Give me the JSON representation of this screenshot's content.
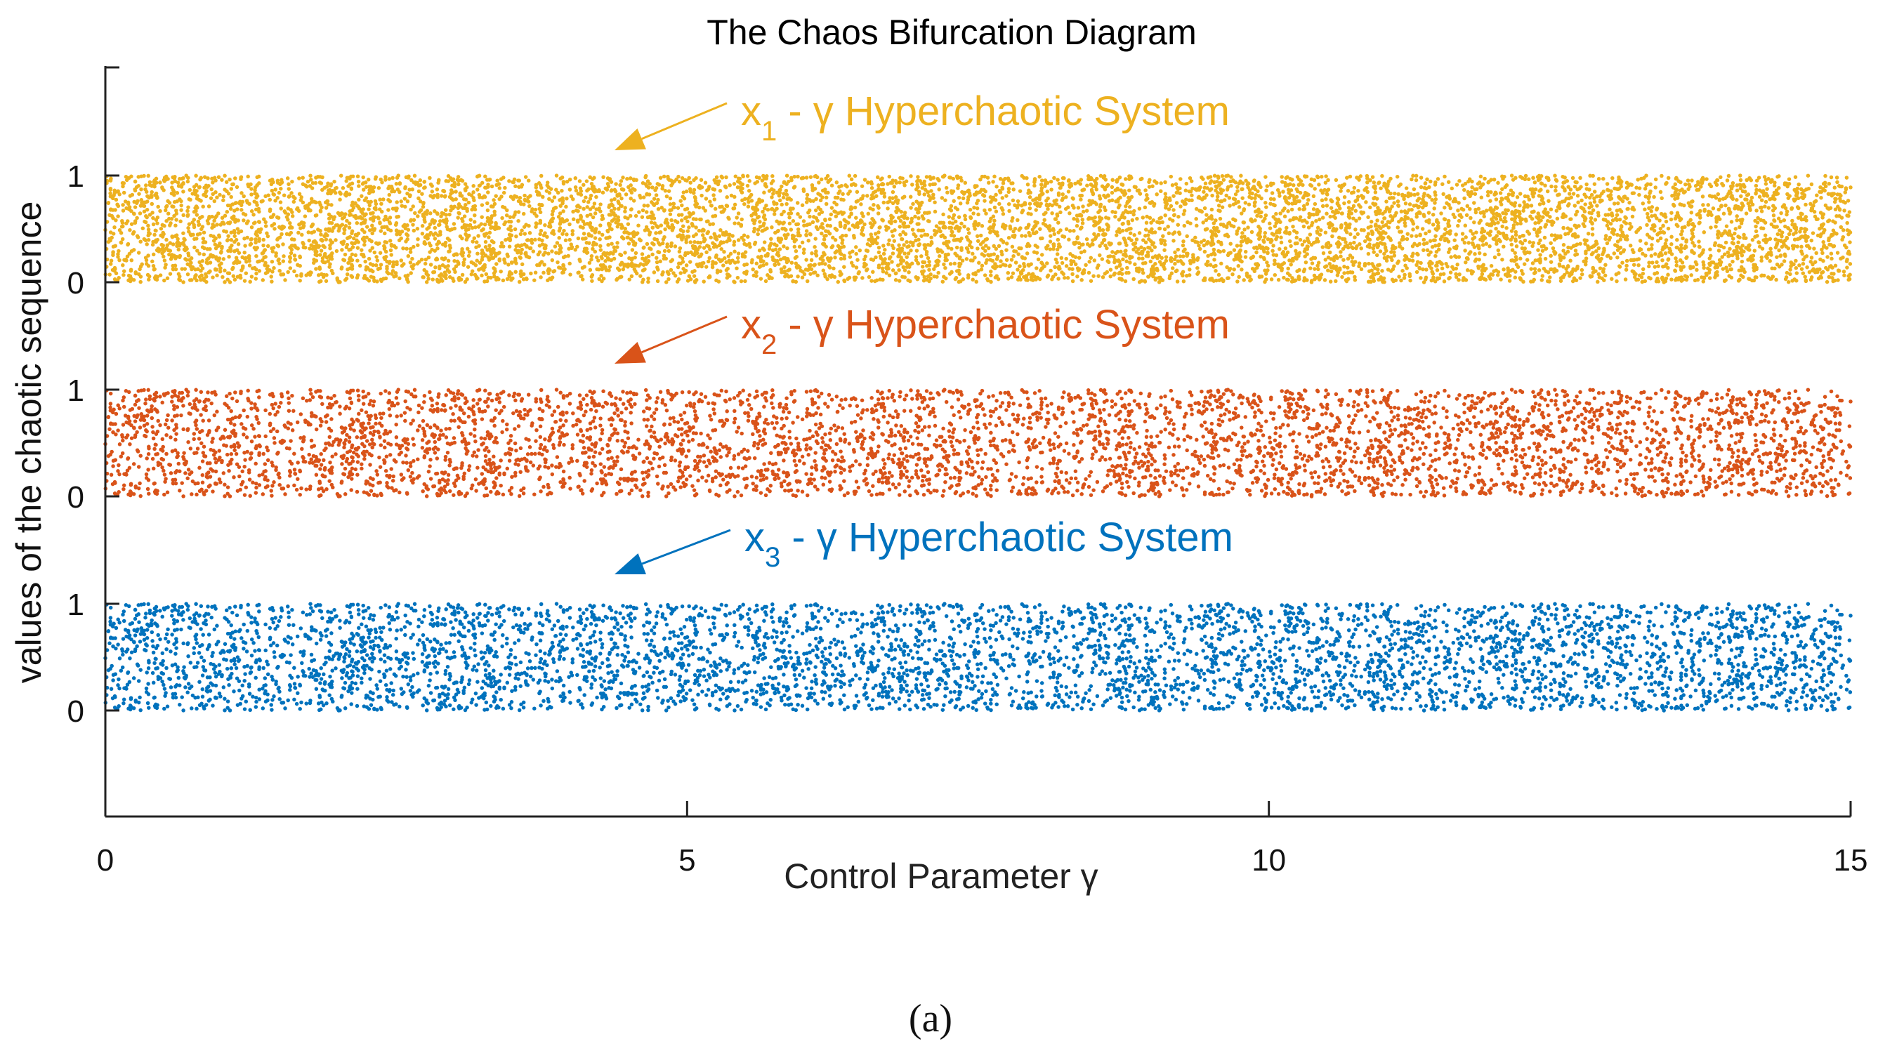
{
  "chart_data": {
    "type": "scatter",
    "title": "The Chaos Bifurcation Diagram",
    "xlabel": "Control Parameter γ",
    "ylabel": "values of the chaotic sequence",
    "xlim": [
      0,
      15
    ],
    "x_ticks": [
      "0",
      "5",
      "10",
      "15"
    ],
    "band_ticks": [
      "0",
      "1"
    ],
    "band_value_range": [
      0,
      1
    ],
    "grid": false,
    "caption": "(a)",
    "series": [
      {
        "name": "x1",
        "label_base": "x",
        "label_sub": "1",
        "label_rest": " - γ Hyperchaotic System",
        "color": "#EDB120",
        "x_range": [
          0,
          15
        ],
        "y_range": [
          0,
          1
        ]
      },
      {
        "name": "x2",
        "label_base": "x",
        "label_sub": "2",
        "label_rest": " - γ Hyperchaotic System",
        "color": "#D95319",
        "x_range": [
          0,
          15
        ],
        "y_range": [
          0,
          1
        ]
      },
      {
        "name": "x3",
        "label_base": "x",
        "label_sub": "3",
        "label_rest": " - γ Hyperchaotic System",
        "color": "#0072BD",
        "x_range": [
          0,
          15
        ],
        "y_range": [
          0,
          1
        ]
      }
    ]
  }
}
